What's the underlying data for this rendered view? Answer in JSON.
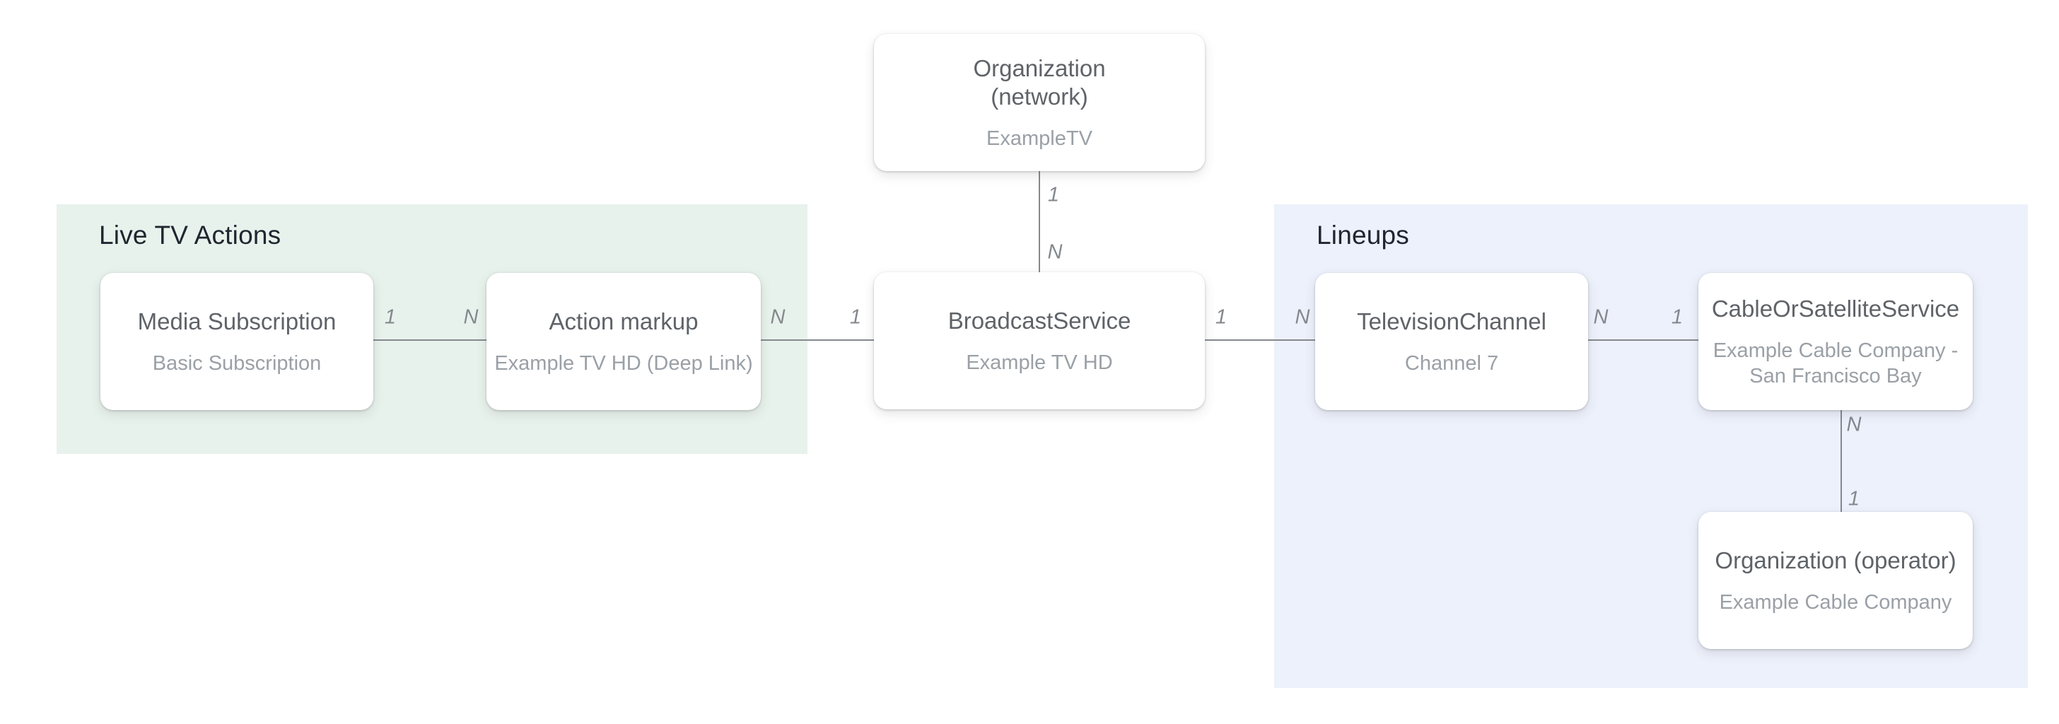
{
  "diagram": {
    "description": "Entity relationship diagram for TV broadcast service markup",
    "colors": {
      "background": "#ffffff",
      "live_tv_actions_region": "#e8f2ec",
      "lineups_region": "#edf1fb",
      "region_title_text": "#202630",
      "node_title_text": "#5f6368",
      "node_subtitle_text": "#9aa0a6",
      "connector_line": "#85898e",
      "cardinality_text": "#85898e",
      "node_background": "#ffffff"
    }
  },
  "regions": [
    {
      "id": "live-tv-actions",
      "label": "Live TV Actions",
      "color": "#e8f2ec"
    },
    {
      "id": "lineups",
      "label": "Lineups",
      "color": "#edf1fb"
    }
  ],
  "nodes": [
    {
      "id": "organization-network",
      "title": "Organization\n(network)",
      "subtitle": "ExampleTV"
    },
    {
      "id": "media-subscription",
      "title": "Media Subscription",
      "subtitle": "Basic Subscription"
    },
    {
      "id": "action-markup",
      "title": "Action markup",
      "subtitle": "Example TV HD (Deep Link)"
    },
    {
      "id": "broadcast-service",
      "title": "BroadcastService",
      "subtitle": "Example TV HD"
    },
    {
      "id": "television-channel",
      "title": "TelevisionChannel",
      "subtitle": "Channel 7"
    },
    {
      "id": "cable-or-satellite-service",
      "title": "CableOrSatelliteService",
      "subtitle": "Example Cable Company -\nSan Francisco Bay"
    },
    {
      "id": "organization-operator",
      "title": "Organization (operator)",
      "subtitle": "Example Cable Company"
    }
  ],
  "connections": [
    {
      "from": "media-subscription",
      "to": "action-markup",
      "from_cardinality": "1",
      "to_cardinality": "N"
    },
    {
      "from": "action-markup",
      "to": "broadcast-service",
      "from_cardinality": "N",
      "to_cardinality": "1"
    },
    {
      "from": "organization-network",
      "to": "broadcast-service",
      "from_cardinality": "1",
      "to_cardinality": "N"
    },
    {
      "from": "broadcast-service",
      "to": "television-channel",
      "from_cardinality": "1",
      "to_cardinality": "N"
    },
    {
      "from": "television-channel",
      "to": "cable-or-satellite-service",
      "from_cardinality": "N",
      "to_cardinality": "1"
    },
    {
      "from": "cable-or-satellite-service",
      "to": "organization-operator",
      "from_cardinality": "N",
      "to_cardinality": "1"
    }
  ]
}
